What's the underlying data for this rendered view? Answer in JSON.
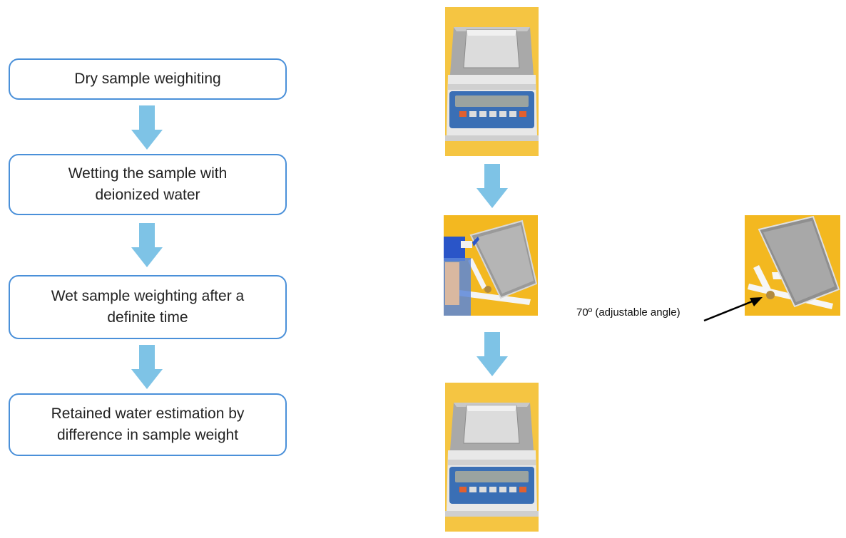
{
  "flow": {
    "steps": [
      {
        "label": "Dry sample weighiting"
      },
      {
        "label": "Wetting the sample with\ndeionized water"
      },
      {
        "label": "Wet sample weighting after a\ndefinite time"
      },
      {
        "label": "Retained water estimation by\ndifference in sample weight"
      }
    ]
  },
  "photos": {
    "scale_1": "balance-with-sample-photo",
    "spraying": "spraying-sample-photo",
    "scale_2": "balance-with-sample-photo",
    "tilted": "tilted-sample-holder-photo"
  },
  "annotation": {
    "angle_label": "70º (adjustable angle)"
  },
  "colors": {
    "box_border": "#4a90d9",
    "arrow": "#7ec3e6",
    "photo_background": "#f5c542"
  }
}
